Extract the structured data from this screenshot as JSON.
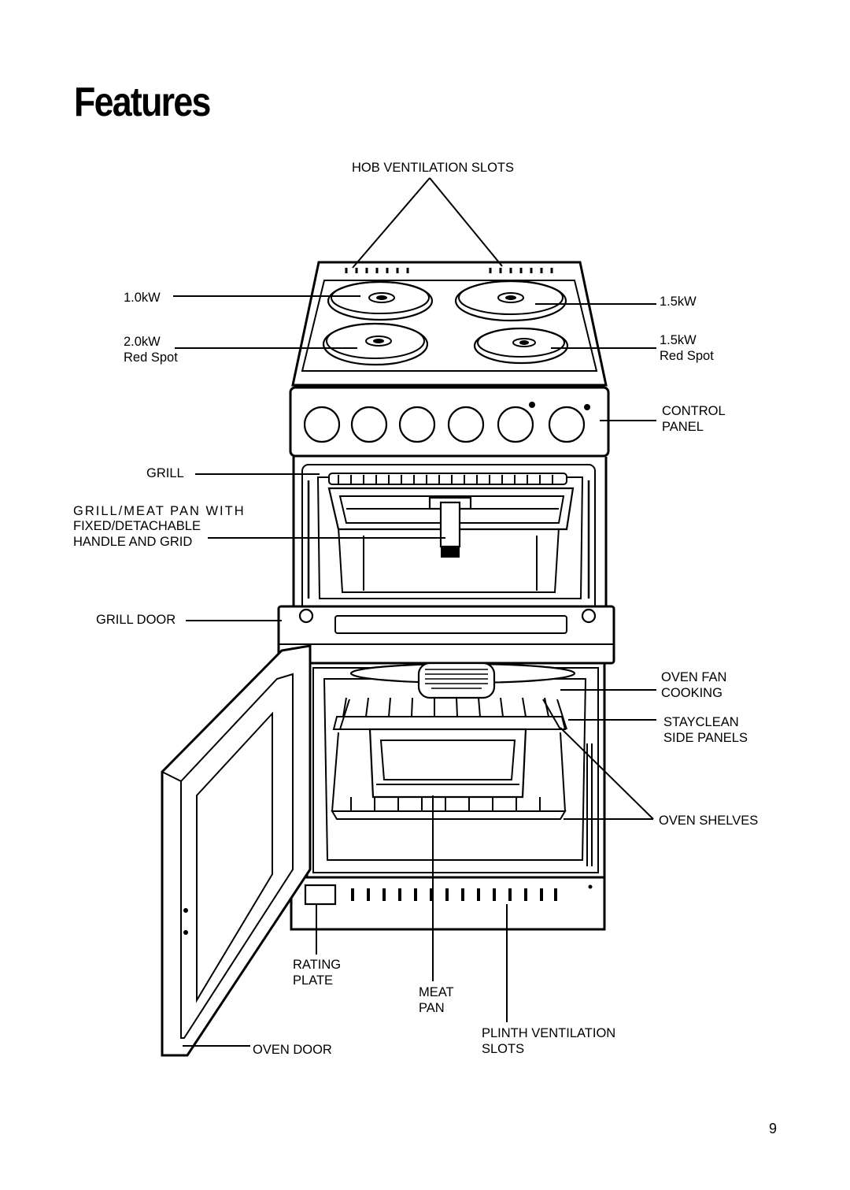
{
  "page": {
    "title": "Features",
    "page_number": "9"
  },
  "labels": {
    "hob_ventilation_slots": "HOB VENTILATION SLOTS",
    "hob_1kw": "1.0kW",
    "hob_2kw_line1": "2.0kW",
    "hob_2kw_line2": "Red Spot",
    "hob_15kw_back": "1.5kW",
    "hob_15kw_front_line1": "1.5kW",
    "hob_15kw_front_line2": "Red Spot",
    "control_panel_line1": "CONTROL",
    "control_panel_line2": "PANEL",
    "grill": "GRILL",
    "grill_pan_line1": "GRILL/MEAT PAN WITH",
    "grill_pan_line2": "FIXED/DETACHABLE",
    "grill_pan_line3": "HANDLE AND GRID",
    "grill_door": "GRILL DOOR",
    "oven_fan_line1": "OVEN FAN",
    "oven_fan_line2": "COOKING",
    "stayclean_line1": "STAYCLEAN",
    "stayclean_line2": "SIDE PANELS",
    "oven_shelves": "OVEN SHELVES",
    "rating_plate_line1": "RATING",
    "rating_plate_line2": "PLATE",
    "meat_pan_line1": "MEAT",
    "meat_pan_line2": "PAN",
    "plinth_line1": "PLINTH VENTILATION",
    "plinth_line2": "SLOTS",
    "oven_door": "OVEN DOOR"
  }
}
